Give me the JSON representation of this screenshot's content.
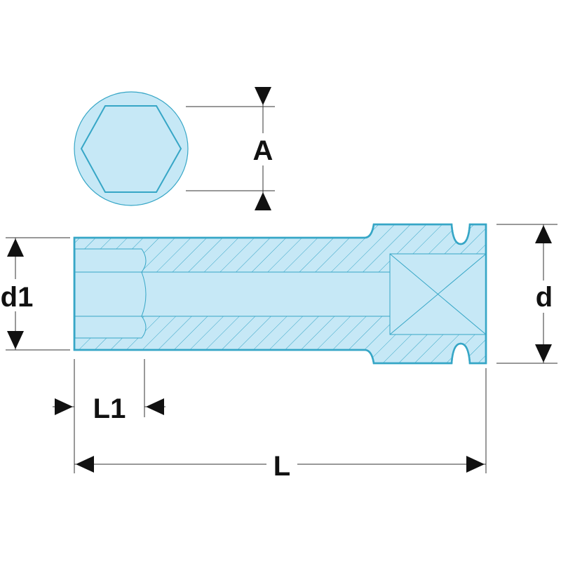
{
  "labels": {
    "A": "A",
    "d1": "d1",
    "d": "d",
    "L1": "L1",
    "L": "L"
  },
  "colors": {
    "fill": "#c6e8f6",
    "outline": "#36a6c6",
    "dimension": "#111111"
  }
}
